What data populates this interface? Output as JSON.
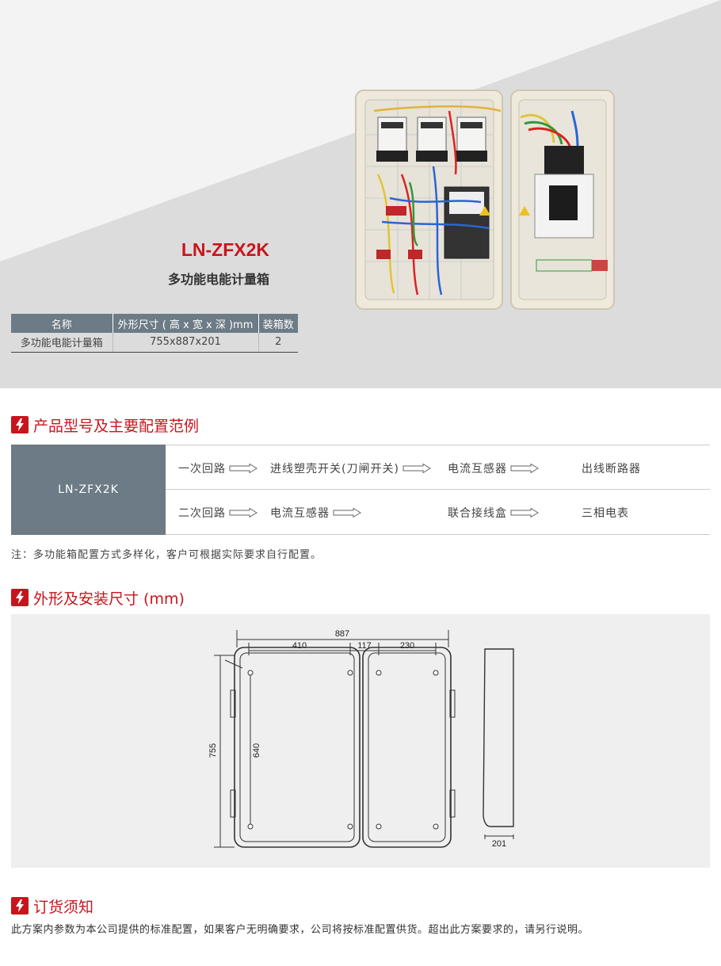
{
  "product": {
    "model": "LN-ZFX2K",
    "name": "多功能电能计量箱"
  },
  "spec_table": {
    "headers": [
      "名称",
      "外形尺寸 ( 高 x 宽 x 深 )mm",
      "装箱数"
    ],
    "rows": [
      [
        "多功能电能计量箱",
        "755x887x201",
        "2"
      ]
    ]
  },
  "section_config": {
    "title": "产品型号及主要配置范例",
    "model": "LN-ZFX2K",
    "row1": [
      "一次回路",
      "进线塑壳开关(刀闸开关)",
      "电流互感器",
      "出线断路器"
    ],
    "row2": [
      "二次回路",
      "电流互感器",
      "联合接线盒",
      "三相电表"
    ],
    "note": "注：多功能箱配置方式多样化，客户可根据实际要求自行配置。"
  },
  "section_dimensions": {
    "title": "外形及安装尺寸 (mm)",
    "labels": {
      "total_width": "887",
      "w1": "410",
      "w2": "117",
      "w3": "230",
      "height": "755",
      "inner_height": "640",
      "depth": "201"
    }
  },
  "section_order": {
    "title": "订货须知",
    "text": "此方案内参数为本公司提供的标准配置，如果客户无明确要求，公司将按标准配置供货。超出此方案要求的，请另行说明。"
  },
  "colors": {
    "accent": "#c8151d",
    "header_gray": "#6c7b85"
  }
}
